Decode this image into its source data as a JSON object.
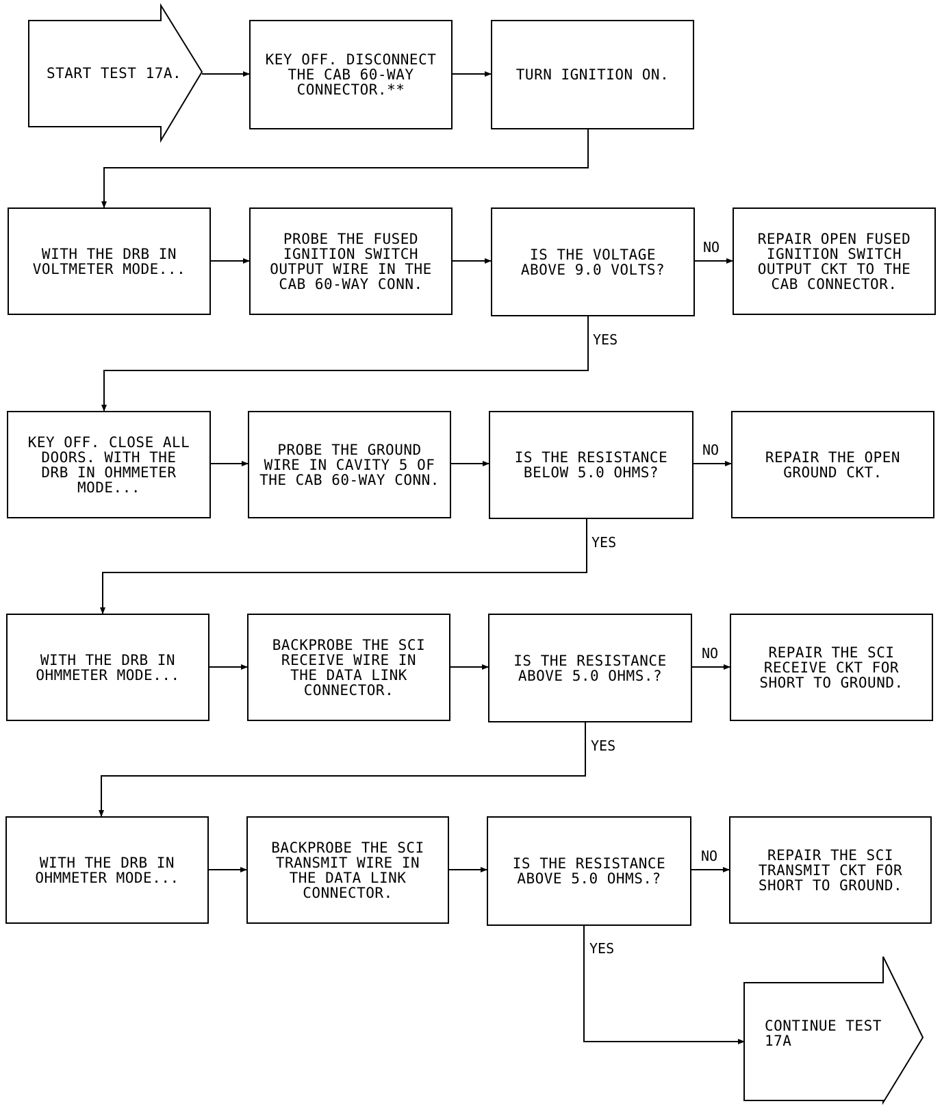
{
  "nodes": {
    "start": "START TEST 17A.",
    "n1": "KEY OFF. DISCONNECT\nTHE CAB 60-WAY\nCONNECTOR.**",
    "n2": "TURN IGNITION ON.",
    "r1a": "WITH THE DRB IN\nVOLTMETER MODE...",
    "r1b": "PROBE THE FUSED\nIGNITION SWITCH\nOUTPUT WIRE IN THE\nCAB 60-WAY CONN.",
    "r1q": "IS THE VOLTAGE\nABOVE 9.0 VOLTS?",
    "r1fix": "REPAIR OPEN FUSED\nIGNITION SWITCH\nOUTPUT CKT TO THE\nCAB CONNECTOR.",
    "r2a": "KEY OFF. CLOSE ALL\nDOORS. WITH THE\nDRB IN OHMMETER\nMODE...",
    "r2b": "PROBE THE GROUND\nWIRE IN CAVITY 5 OF\nTHE CAB 60-WAY CONN.",
    "r2q": "IS THE RESISTANCE\nBELOW 5.0 OHMS?",
    "r2fix": "REPAIR THE OPEN\nGROUND CKT.",
    "r3a": "WITH THE DRB IN\nOHMMETER MODE...",
    "r3b": "BACKPROBE THE SCI\nRECEIVE WIRE IN\nTHE DATA LINK\nCONNECTOR.",
    "r3q": "IS THE RESISTANCE\nABOVE 5.0 OHMS.?",
    "r3fix": "REPAIR THE SCI\nRECEIVE CKT FOR\nSHORT TO GROUND.",
    "r4a": "WITH THE DRB IN\nOHMMETER MODE...",
    "r4b": "BACKPROBE THE SCI\nTRANSMIT WIRE IN\nTHE DATA LINK\nCONNECTOR.",
    "r4q": "IS THE RESISTANCE\nABOVE 5.0 OHMS.?",
    "r4fix": "REPAIR THE SCI\nTRANSMIT CKT FOR\nSHORT TO GROUND.",
    "end": "CONTINUE TEST\n17A"
  },
  "labels": {
    "no": "NO",
    "yes": "YES"
  },
  "colors": {
    "ink": "#000000",
    "paper": "#ffffff"
  }
}
